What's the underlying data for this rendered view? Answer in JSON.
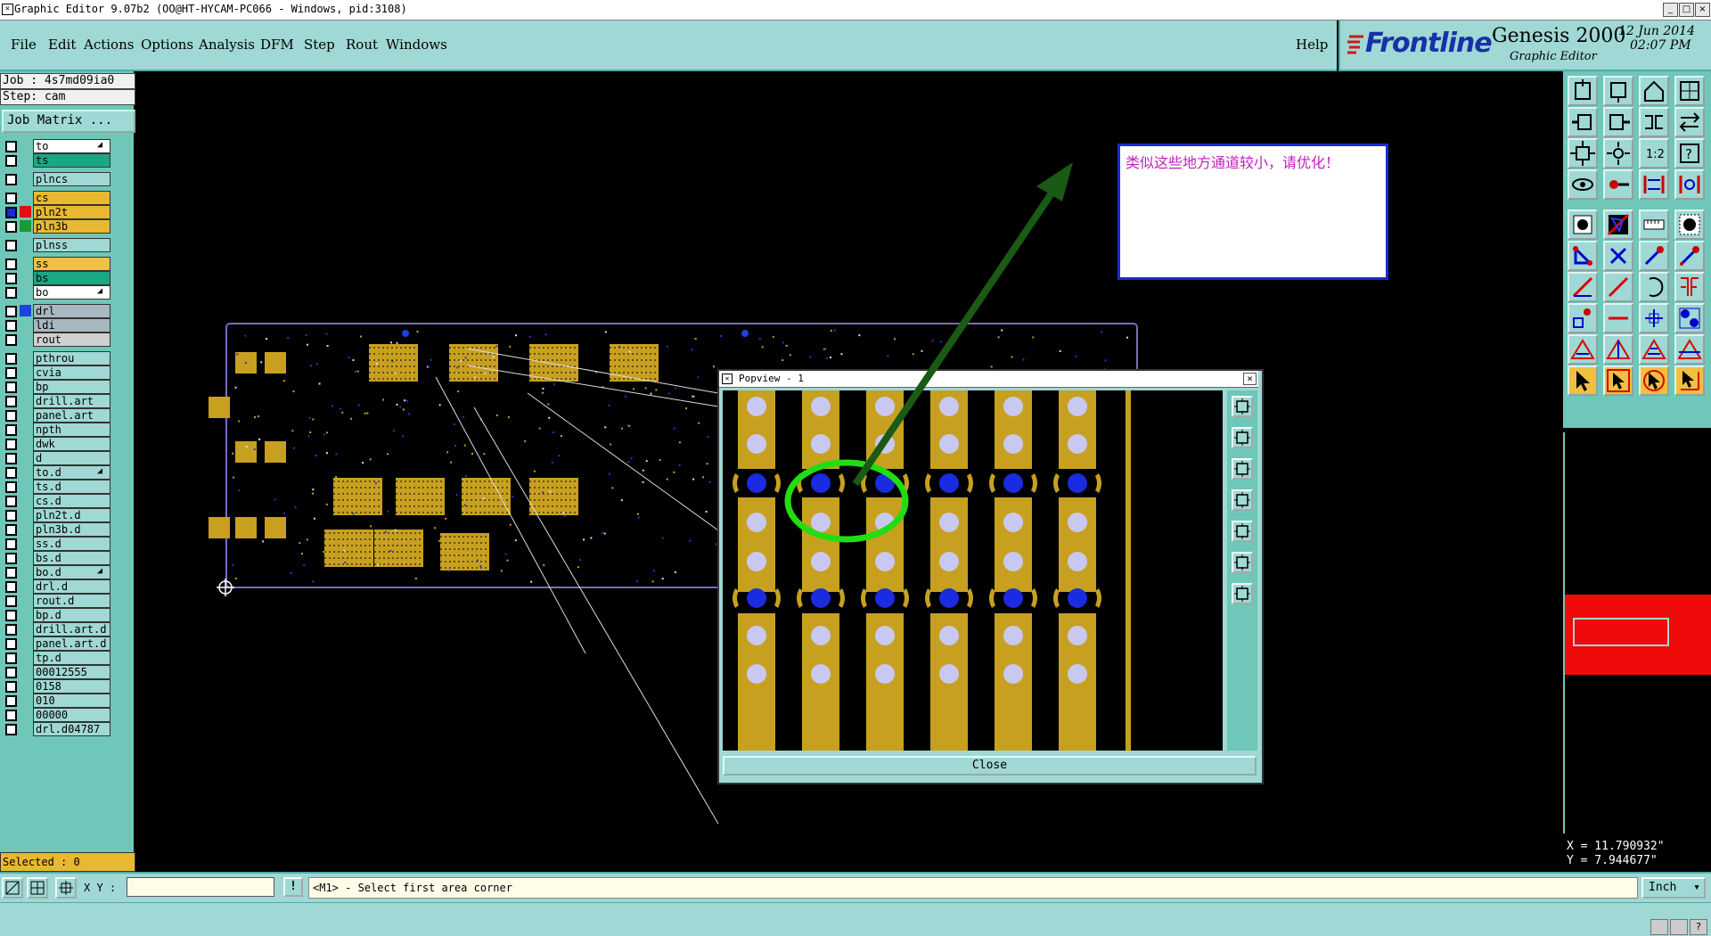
{
  "window": {
    "title": "Graphic Editor 9.07b2 (OO@HT-HYCAM-PC066 - Windows, pid:3108)"
  },
  "menu": {
    "items": [
      "File",
      "Edit",
      "Actions",
      "Options",
      "Analysis",
      "DFM",
      "Step",
      "Rout",
      "Windows"
    ],
    "help": "Help"
  },
  "brand": {
    "logo": "Frontline",
    "product": "Genesis 2000",
    "module": "Graphic Editor",
    "date": "12 Jun 2014",
    "time": "02:07 PM"
  },
  "job": {
    "job_label": "Job : 4s7md09ia0",
    "step_label": "Step: cam",
    "matrix_button": "Job Matrix ..."
  },
  "layers": [
    {
      "name": "to",
      "color": "#ffffff",
      "group": 1,
      "flag": true,
      "checked": false,
      "swatch": ""
    },
    {
      "name": "ts",
      "color": "#1aa884",
      "group": 1,
      "flag": false,
      "checked": false,
      "swatch": ""
    },
    {
      "name": "plncs",
      "color": "#9fd8d4",
      "group": 2,
      "flag": false,
      "checked": false,
      "swatch": ""
    },
    {
      "name": "cs",
      "color": "#e8b830",
      "group": 3,
      "flag": false,
      "checked": false,
      "swatch": ""
    },
    {
      "name": "pln2t",
      "color": "#e8b830",
      "group": 3,
      "flag": false,
      "checked": true,
      "swatch": "#e01010"
    },
    {
      "name": "pln3b",
      "color": "#e8b830",
      "group": 3,
      "flag": false,
      "checked": false,
      "swatch": "#1a9a30"
    },
    {
      "name": "plnss",
      "color": "#9fd8d4",
      "group": 4,
      "flag": false,
      "checked": false,
      "swatch": ""
    },
    {
      "name": "ss",
      "color": "#f0c040",
      "group": 5,
      "flag": false,
      "checked": false,
      "swatch": ""
    },
    {
      "name": "bs",
      "color": "#1aa884",
      "group": 5,
      "flag": false,
      "checked": false,
      "swatch": ""
    },
    {
      "name": "bo",
      "color": "#ffffff",
      "group": 5,
      "flag": true,
      "checked": false,
      "swatch": ""
    },
    {
      "name": "drl",
      "color": "#a8b8c0",
      "group": 6,
      "flag": false,
      "checked": false,
      "swatch": "#2040e0"
    },
    {
      "name": "ldi",
      "color": "#a8b8c0",
      "group": 6,
      "flag": false,
      "checked": false,
      "swatch": ""
    },
    {
      "name": "rout",
      "color": "#d0d0d0",
      "group": 6,
      "flag": false,
      "checked": false,
      "swatch": ""
    },
    {
      "name": "pthrou",
      "color": "#9fd8d4",
      "group": 7,
      "flag": false,
      "checked": false,
      "swatch": ""
    },
    {
      "name": "cvia",
      "color": "#9fd8d4",
      "group": 7,
      "flag": false,
      "checked": false,
      "swatch": ""
    },
    {
      "name": "bp",
      "color": "#9fd8d4",
      "group": 7,
      "flag": false,
      "checked": false,
      "swatch": ""
    },
    {
      "name": "drill.art",
      "color": "#9fd8d4",
      "group": 7,
      "flag": false,
      "checked": false,
      "swatch": ""
    },
    {
      "name": "panel.art",
      "color": "#9fd8d4",
      "group": 7,
      "flag": false,
      "checked": false,
      "swatch": ""
    },
    {
      "name": "npth",
      "color": "#9fd8d4",
      "group": 7,
      "flag": false,
      "checked": false,
      "swatch": ""
    },
    {
      "name": "dwk",
      "color": "#9fd8d4",
      "group": 7,
      "flag": false,
      "checked": false,
      "swatch": ""
    },
    {
      "name": "d",
      "color": "#9fd8d4",
      "group": 7,
      "flag": false,
      "checked": false,
      "swatch": ""
    },
    {
      "name": "to.d",
      "color": "#9fd8d4",
      "group": 7,
      "flag": true,
      "checked": false,
      "swatch": ""
    },
    {
      "name": "ts.d",
      "color": "#9fd8d4",
      "group": 7,
      "flag": false,
      "checked": false,
      "swatch": ""
    },
    {
      "name": "cs.d",
      "color": "#9fd8d4",
      "group": 7,
      "flag": false,
      "checked": false,
      "swatch": ""
    },
    {
      "name": "pln2t.d",
      "color": "#9fd8d4",
      "group": 7,
      "flag": false,
      "checked": false,
      "swatch": ""
    },
    {
      "name": "pln3b.d",
      "color": "#9fd8d4",
      "group": 7,
      "flag": false,
      "checked": false,
      "swatch": ""
    },
    {
      "name": "ss.d",
      "color": "#9fd8d4",
      "group": 7,
      "flag": false,
      "checked": false,
      "swatch": ""
    },
    {
      "name": "bs.d",
      "color": "#9fd8d4",
      "group": 7,
      "flag": false,
      "checked": false,
      "swatch": ""
    },
    {
      "name": "bo.d",
      "color": "#9fd8d4",
      "group": 7,
      "flag": true,
      "checked": false,
      "swatch": ""
    },
    {
      "name": "drl.d",
      "color": "#9fd8d4",
      "group": 7,
      "flag": false,
      "checked": false,
      "swatch": ""
    },
    {
      "name": "rout.d",
      "color": "#9fd8d4",
      "group": 7,
      "flag": false,
      "checked": false,
      "swatch": ""
    },
    {
      "name": "bp.d",
      "color": "#9fd8d4",
      "group": 7,
      "flag": false,
      "checked": false,
      "swatch": ""
    },
    {
      "name": "drill.art.d",
      "color": "#9fd8d4",
      "group": 7,
      "flag": false,
      "checked": false,
      "swatch": ""
    },
    {
      "name": "panel.art.d",
      "color": "#9fd8d4",
      "group": 7,
      "flag": false,
      "checked": false,
      "swatch": ""
    },
    {
      "name": "tp.d",
      "color": "#9fd8d4",
      "group": 7,
      "flag": false,
      "checked": false,
      "swatch": ""
    },
    {
      "name": "00012555",
      "color": "#9fd8d4",
      "group": 7,
      "flag": false,
      "checked": false,
      "swatch": ""
    },
    {
      "name": "0158",
      "color": "#9fd8d4",
      "group": 7,
      "flag": false,
      "checked": false,
      "swatch": ""
    },
    {
      "name": "010",
      "color": "#9fd8d4",
      "group": 7,
      "flag": false,
      "checked": false,
      "swatch": ""
    },
    {
      "name": "00000",
      "color": "#9fd8d4",
      "group": 7,
      "flag": false,
      "checked": false,
      "swatch": ""
    },
    {
      "name": "drl.d04787",
      "color": "#9fd8d4",
      "group": 7,
      "flag": false,
      "checked": false,
      "swatch": ""
    }
  ],
  "selection": {
    "label": "Selected : 0"
  },
  "popview": {
    "title": "Popview - 1",
    "close_button": "Close"
  },
  "annotation": {
    "text": "类似这些地方通道较小，请优化！"
  },
  "coords": {
    "x": "X = 11.790932\"",
    "y": "Y = 7.944677\""
  },
  "statusbar": {
    "xy_label": "X Y :",
    "xy_value": "",
    "prompt": "<M1> - Select first area corner",
    "units": "Inch"
  },
  "colors": {
    "panel": "#9fd8d4",
    "sidebar": "#6ec7b9",
    "copper": "#c8a020",
    "via": "#1a2be0",
    "hole": "#c8c8f0",
    "highlight_ring": "#22dd11",
    "arrow": "#1a5a14"
  },
  "tools": [
    "layer-zoom-icon",
    "move-up-icon",
    "home-icon",
    "window-split-icon",
    "move-left-icon",
    "move-right-icon",
    "mirror-icon",
    "swap-icon",
    "fit-icon",
    "center-icon",
    "scale-1-2-icon",
    "help-icon",
    "snap-icon",
    "pad-icon",
    "route-icon",
    "route-alt-icon",
    "pad-edit-icon",
    "poly-icon",
    "ruler-icon",
    "dot-icon",
    "node-icon",
    "cross-icon",
    "vertex-icon",
    "vertex-alt-icon",
    "line-icon",
    "line-red-icon",
    "arc-icon",
    "text-icon",
    "measure-icon",
    "trace-icon",
    "size-icon",
    "group-icon",
    "triangle-icon",
    "triangle-alt-icon",
    "triangle-a-icon",
    "triangle-b-icon",
    "pointer-icon",
    "pointer-box-icon",
    "pointer-rot-icon",
    "pointer-multi-icon"
  ],
  "pop_tools": [
    "view-fit-icon",
    "view-up-icon",
    "view-down-icon",
    "view-left-icon",
    "view-right-icon",
    "view-expand-icon",
    "view-center-icon"
  ]
}
